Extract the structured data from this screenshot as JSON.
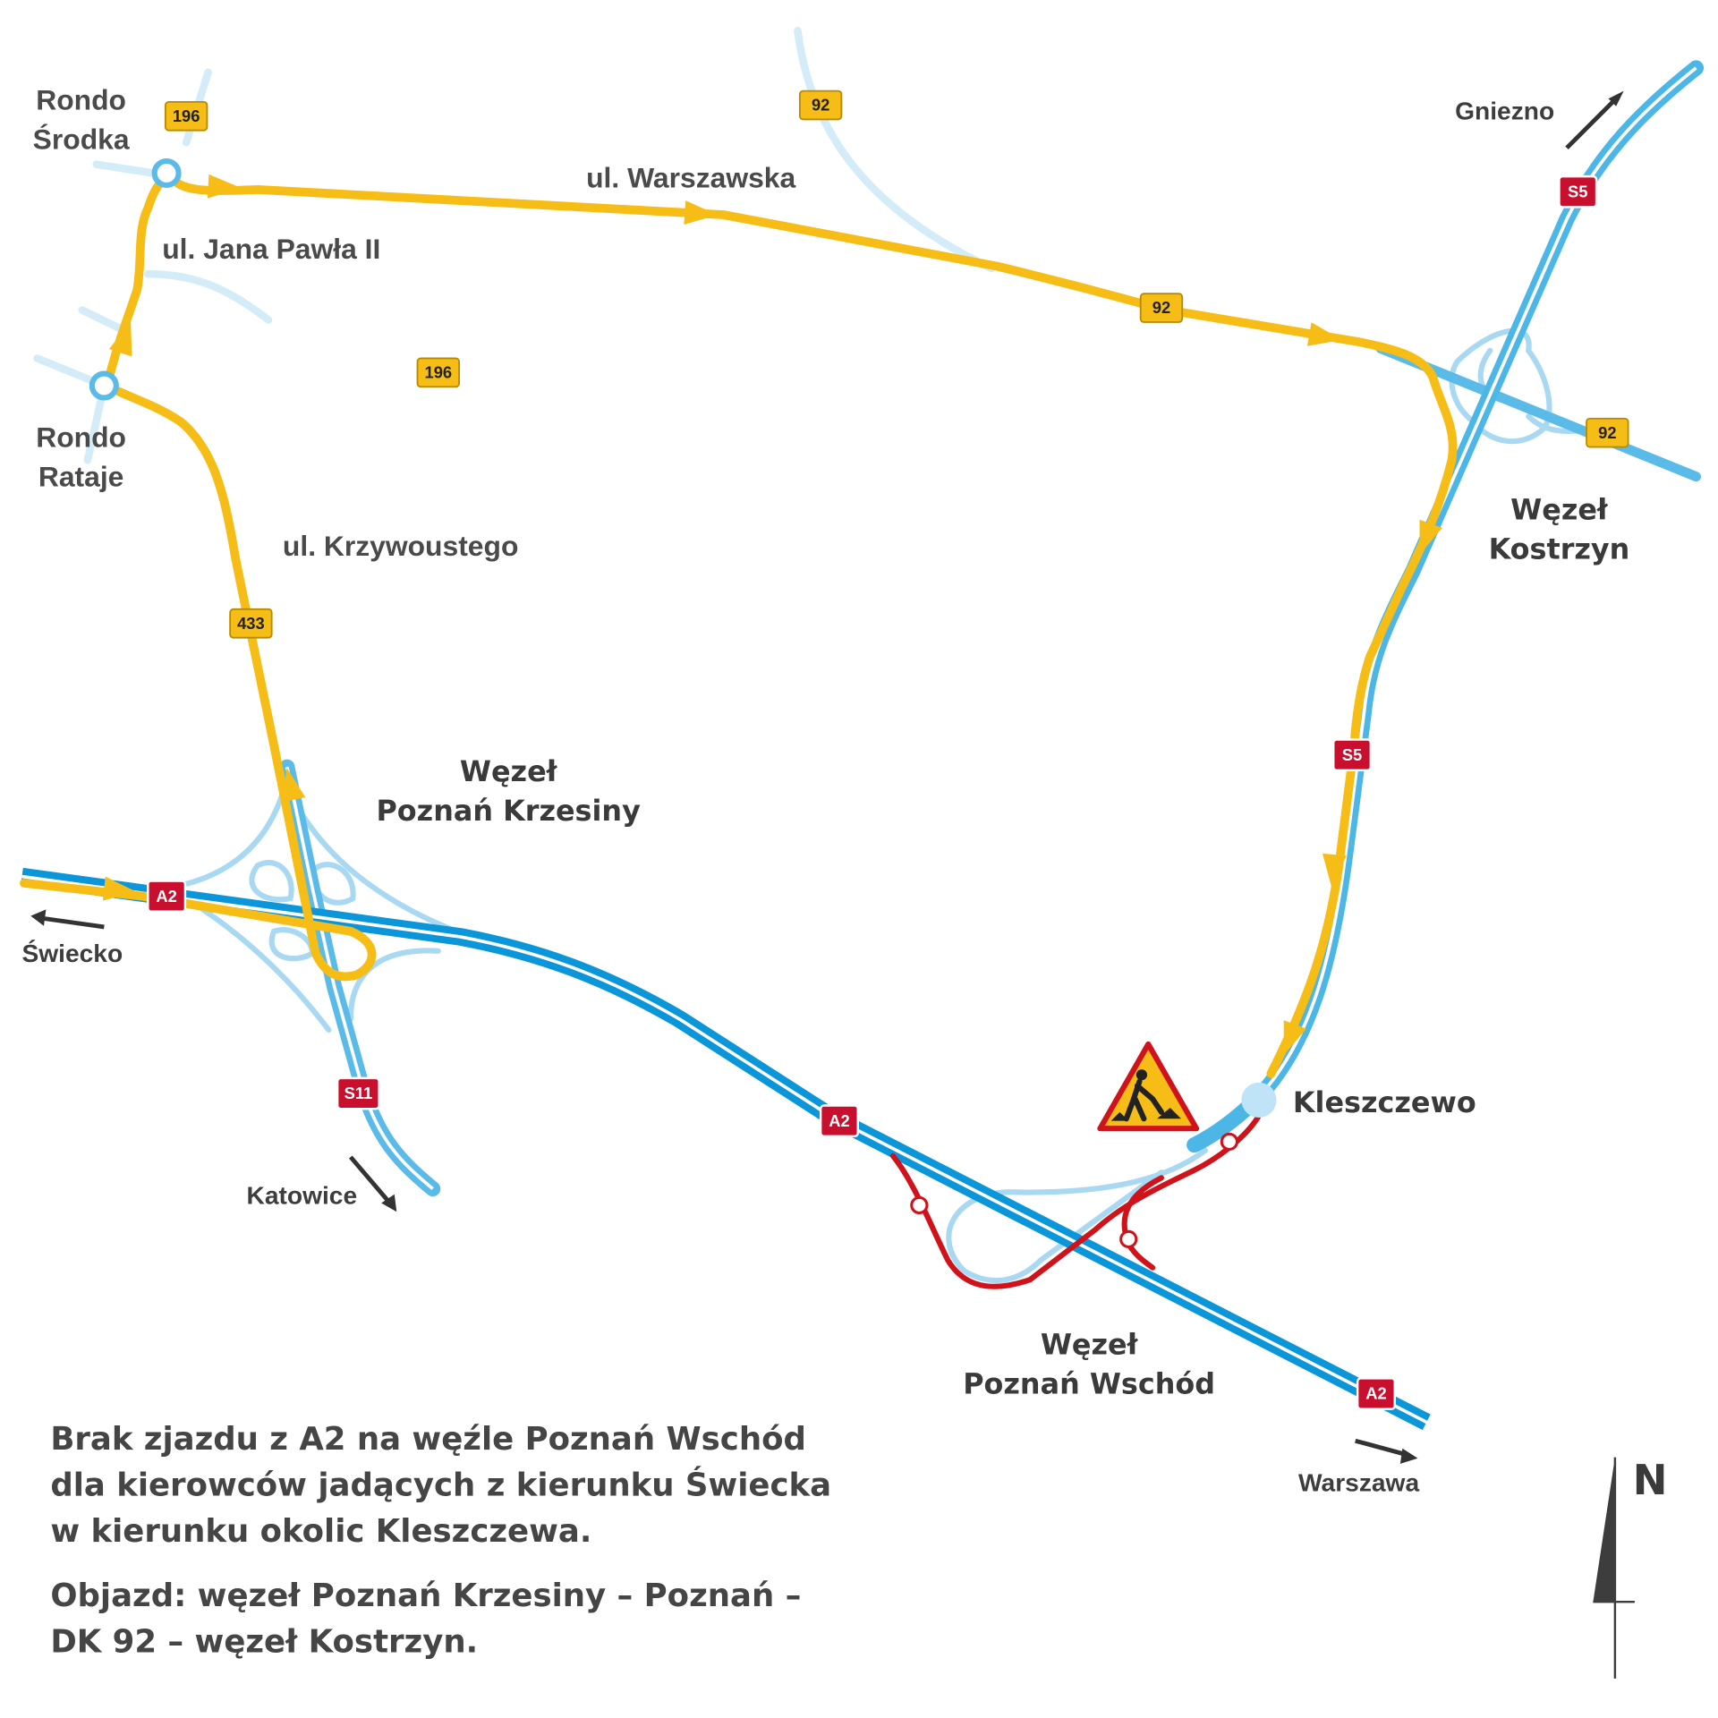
{
  "places": {
    "rondo_srodka": [
      "Rondo",
      "Środka"
    ],
    "rondo_rataje": [
      "Rondo",
      "Rataje"
    ],
    "kleszczewo": "Kleszczewo"
  },
  "streets": {
    "warszawska": "ul. Warszawska",
    "jana_pawla": "ul. Jana Pawła II",
    "krzywoustego": "ul. Krzywoustego"
  },
  "junctions": {
    "krzesiny": [
      "Węzeł",
      "Poznań Krzesiny"
    ],
    "kostrzyn": [
      "Węzeł",
      "Kostrzyn"
    ],
    "wschod": [
      "Węzeł",
      "Poznań Wschód"
    ]
  },
  "directions": {
    "gniezno": "Gniezno",
    "swiecko": "Świecko",
    "katowice": "Katowice",
    "warszawa": "Warszawa"
  },
  "shields": {
    "r196": "196",
    "r92": "92",
    "r433": "433",
    "s5": "S5",
    "a2": "A2",
    "s11": "S11"
  },
  "colors": {
    "detour": "#f6bd16",
    "closed": "#d0121b",
    "motorway": "#0a96d8",
    "expressway": "#5bbbe8"
  },
  "notice": {
    "lines": [
      "Brak zjazdu z A2 na węźle Poznań Wschód",
      "dla kierowców jadących z kierunku Świecka",
      "w kierunku okolic Kleszczewa."
    ],
    "detour_lines": [
      "Objazd: węzeł Poznań Krzesiny – Poznań –",
      "DK 92 – węzeł Kostrzyn."
    ]
  },
  "compass": "N",
  "icons": [
    "roadworks-sign-icon",
    "direction-arrow-icon",
    "north-arrow-icon",
    "roundabout-icon"
  ]
}
